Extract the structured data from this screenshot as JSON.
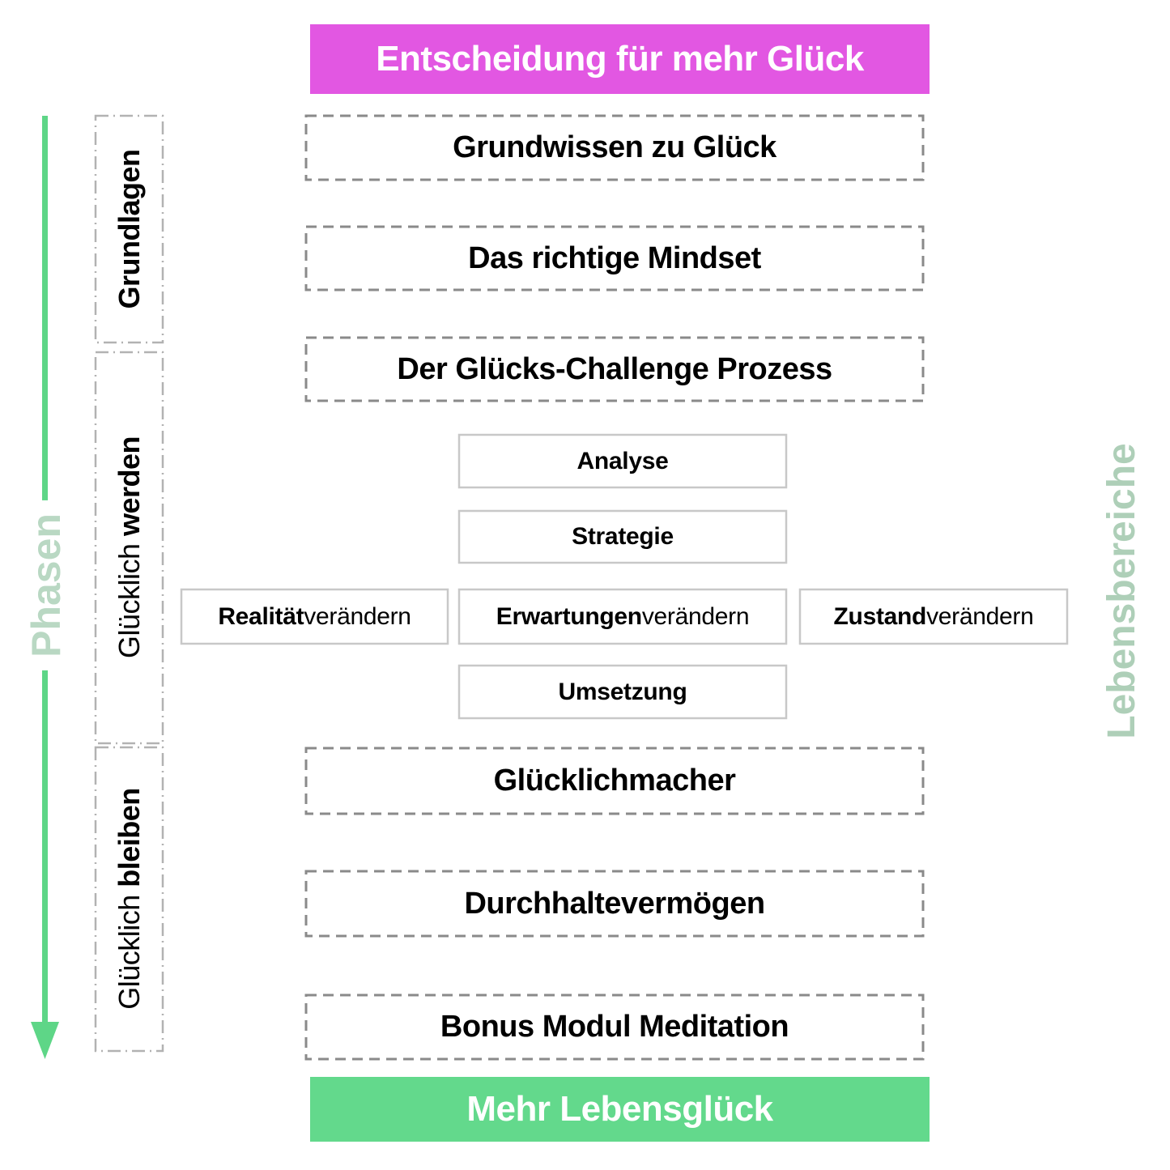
{
  "banners": {
    "top": {
      "label": "Entscheidung für mehr Glück",
      "bg_color": "#e257e2",
      "text_color": "#ffffff"
    },
    "bottom": {
      "label": "Mehr Lebensglück",
      "bg_color": "#63d98c",
      "text_color": "#ffffff"
    }
  },
  "axes": {
    "left": {
      "label": "Phasen",
      "text_color": "#b9d8c3",
      "arrow_color": "#5ed687",
      "direction": "down"
    },
    "right": {
      "label": "Lebensbereiche",
      "text_color": "#aecfb8"
    }
  },
  "phases": [
    {
      "prefix": "",
      "bold": "Grundlagen"
    },
    {
      "prefix": "Glücklich ",
      "bold": "werden"
    },
    {
      "prefix": "Glücklich ",
      "bold": "bleiben"
    }
  ],
  "modules": [
    {
      "label": "Grundwissen zu Glück"
    },
    {
      "label": "Das richtige Mindset"
    },
    {
      "label": "Der Glücks-Challenge Prozess"
    },
    {
      "label": "Glücklichmacher"
    },
    {
      "label": "Durchhaltevermögen"
    },
    {
      "label": "Bonus Modul Meditation"
    }
  ],
  "process": {
    "steps": [
      {
        "label": "Analyse"
      },
      {
        "label": "Strategie"
      },
      {
        "label": "Umsetzung"
      }
    ],
    "options": [
      {
        "bold": "Realität",
        "rest": " verändern"
      },
      {
        "bold": "Erwartungen",
        "rest": " verändern"
      },
      {
        "bold": "Zustand",
        "rest": " verändern"
      }
    ]
  },
  "colors": {
    "module_border": "#8a8a8a",
    "phase_border": "#b2b2b2",
    "solid_border": "#c8c8c8",
    "text": "#000000",
    "background": "#ffffff"
  }
}
